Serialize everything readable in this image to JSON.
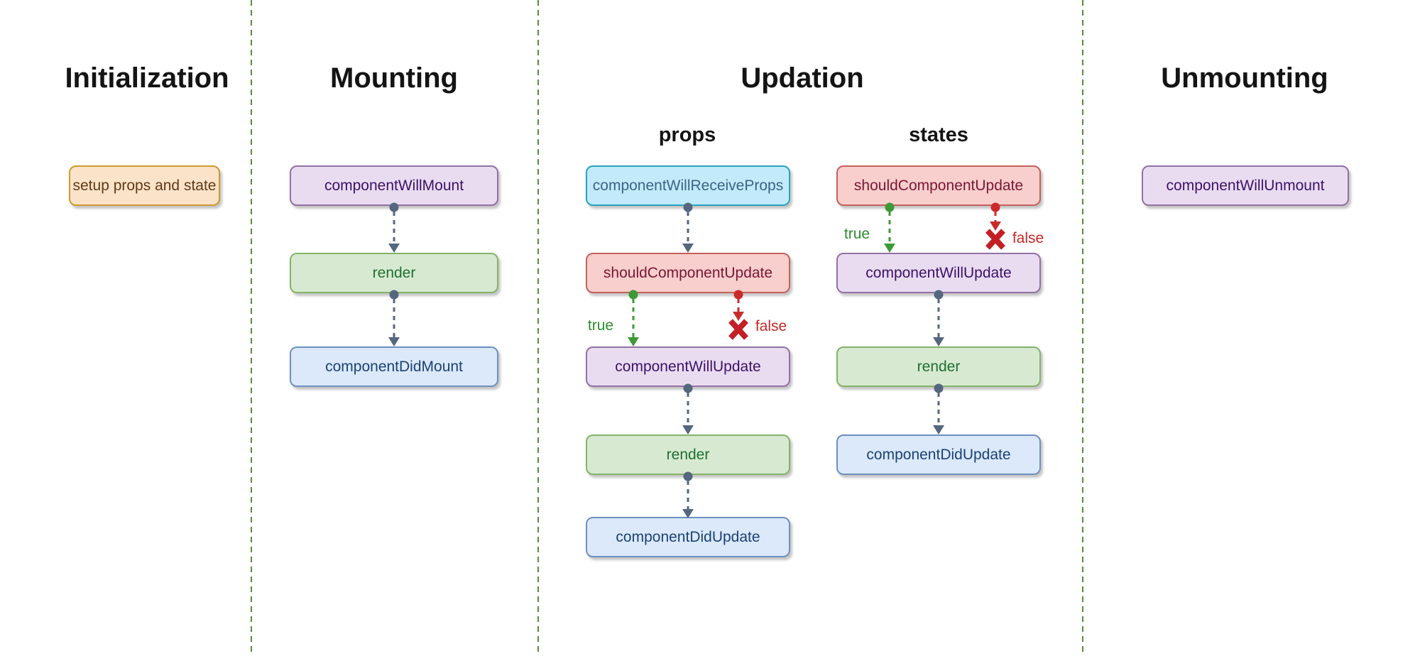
{
  "titles": {
    "initialization": "Initialization",
    "mounting": "Mounting",
    "updation": "Updation",
    "unmounting": "Unmounting"
  },
  "columns": {
    "props": "props",
    "states": "states"
  },
  "nodes": {
    "setup": "setup props and state",
    "componentWillMount": "componentWillMount",
    "renderMounting": "render",
    "componentDidMount": "componentDidMount",
    "componentWillReceiveProps": "componentWillReceiveProps",
    "shouldComponentUpdateProps": "shouldComponentUpdate",
    "componentWillUpdateProps": "componentWillUpdate",
    "renderProps": "render",
    "componentDidUpdateProps": "componentDidUpdate",
    "shouldComponentUpdateStates": "shouldComponentUpdate",
    "componentWillUpdateStates": "componentWillUpdate",
    "renderStates": "render",
    "componentDidUpdateStates": "componentDidUpdate",
    "componentWillUnmount": "componentWillUnmount"
  },
  "edges": {
    "true_label": "true",
    "false_label": "false"
  },
  "palette": {
    "separator_green": "#568c3b",
    "connector_slate": "#54677e",
    "connector_true_green": "#3d9935",
    "connector_false_red": "#cb2a2a",
    "node_orange_fill": "#fbe3c9",
    "node_orange_border": "#cf9a2f",
    "node_purple_fill": "#e9dcf1",
    "node_purple_border": "#9371a4",
    "node_green_fill": "#d8e9d2",
    "node_green_border": "#84b368",
    "node_blue_fill": "#dbe9fb",
    "node_blue_border": "#6e90c0",
    "node_red_fill": "#f8cfcd",
    "node_red_border": "#c4615c",
    "node_cyan_fill": "#c3eafa",
    "node_cyan_border": "#26a3bd"
  }
}
